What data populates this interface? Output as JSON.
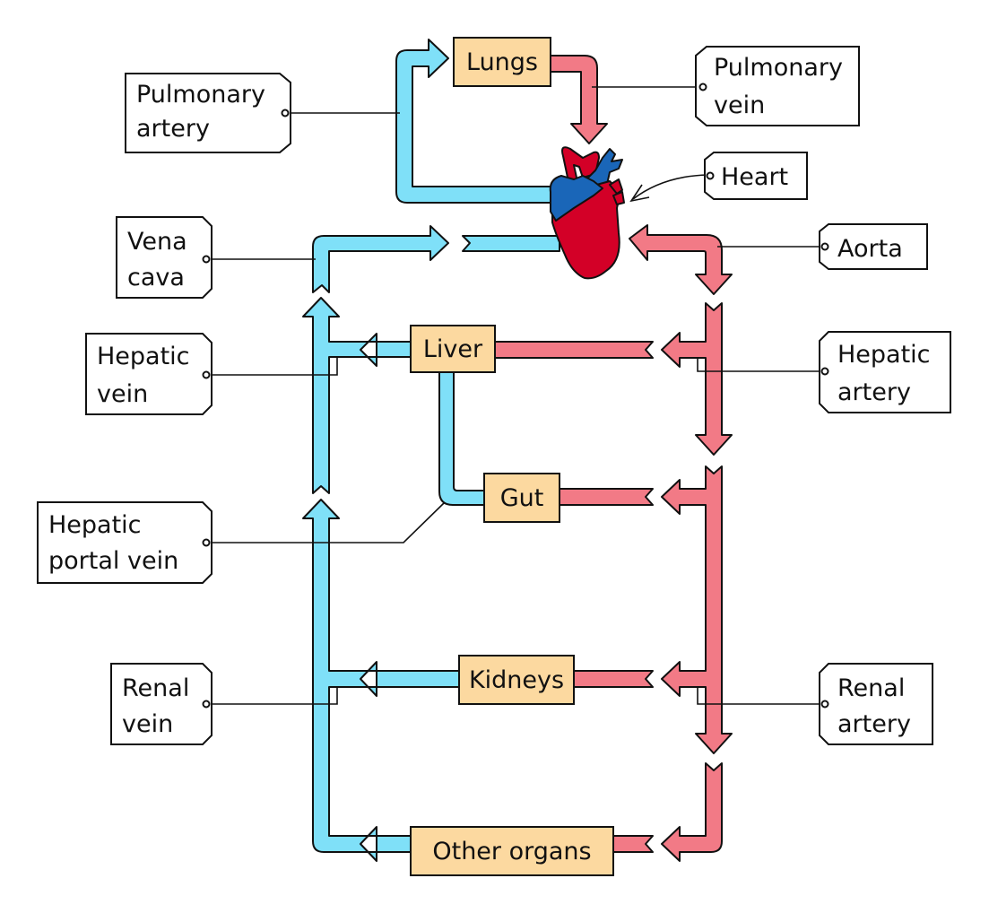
{
  "colors": {
    "vein": "#7FE0F8",
    "artery": "#F27A86",
    "organ_fill": "#FCD9A0",
    "heart_red": "#D30027",
    "heart_blue": "#1A66B8",
    "outline": "#111111",
    "label_fill": "#ffffff"
  },
  "organs": {
    "lungs": "Lungs",
    "liver": "Liver",
    "gut": "Gut",
    "kidneys": "Kidneys",
    "other": "Other organs"
  },
  "labels": {
    "pulmonary_artery": [
      "Pulmonary",
      "artery"
    ],
    "pulmonary_vein": [
      "Pulmonary",
      "vein"
    ],
    "heart": [
      "Heart"
    ],
    "vena_cava": [
      "Vena",
      "cava"
    ],
    "aorta": [
      "Aorta"
    ],
    "hepatic_vein": [
      "Hepatic",
      "vein"
    ],
    "hepatic_artery": [
      "Hepatic",
      "artery"
    ],
    "hepatic_portal_vein": [
      "Hepatic",
      "portal vein"
    ],
    "renal_vein": [
      "Renal",
      "vein"
    ],
    "renal_artery": [
      "Renal",
      "artery"
    ]
  }
}
